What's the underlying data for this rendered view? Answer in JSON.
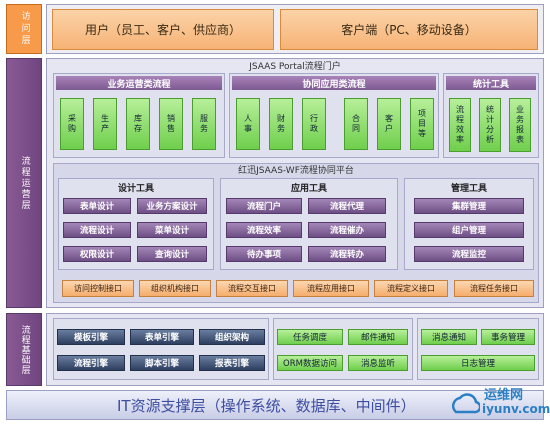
{
  "layers": {
    "access": "访问层",
    "operation": "流程运营层",
    "foundation": "流程基础层"
  },
  "access": {
    "users": "用户（员工、客户、供应商）",
    "client": "客户端（PC、移动设备）"
  },
  "portal": {
    "title": "JSAAS Portal流程门户",
    "business_ops": {
      "title": "业务运营类流程",
      "items": [
        "采购",
        "生产",
        "库存",
        "销售",
        "服务"
      ]
    },
    "collab": {
      "title": "协同应用类流程",
      "items": [
        "人事",
        "财务",
        "行政",
        "合同",
        "客户",
        "项目等"
      ]
    },
    "stats": {
      "title": "统计工具",
      "items": [
        "流程效率",
        "统计分析",
        "业务报表"
      ]
    }
  },
  "platform": {
    "title": "红迅JSAAS-WF流程协同平台",
    "design": {
      "title": "设计工具",
      "items": [
        "表单设计",
        "业务方案设计",
        "流程设计",
        "菜单设计",
        "权限设计",
        "查询设计"
      ]
    },
    "app": {
      "title": "应用工具",
      "items": [
        "流程门户",
        "流程代理",
        "流程效率",
        "流程催办",
        "待办事项",
        "流程转办"
      ]
    },
    "manage": {
      "title": "管理工具",
      "items": [
        "集群管理",
        "组户管理",
        "流程监控"
      ]
    },
    "apis": [
      "访问控制接口",
      "组织机构接口",
      "流程交互接口",
      "流程应用接口",
      "流程定义接口",
      "流程任务接口"
    ]
  },
  "foundation": {
    "engines": [
      "模板引擎",
      "表单引擎",
      "组织架构",
      "流程引擎",
      "脚本引擎",
      "报表引擎"
    ],
    "services": [
      "任务调度",
      "邮件通知",
      "ORM数据访问",
      "消息监听"
    ],
    "right": [
      "消息通知",
      "事务管理",
      "日志管理"
    ]
  },
  "it_layer": "IT资源支撑层（操作系统、数据库、中间件）",
  "watermark": {
    "brand": "运维网",
    "url": "iyunv.com"
  }
}
